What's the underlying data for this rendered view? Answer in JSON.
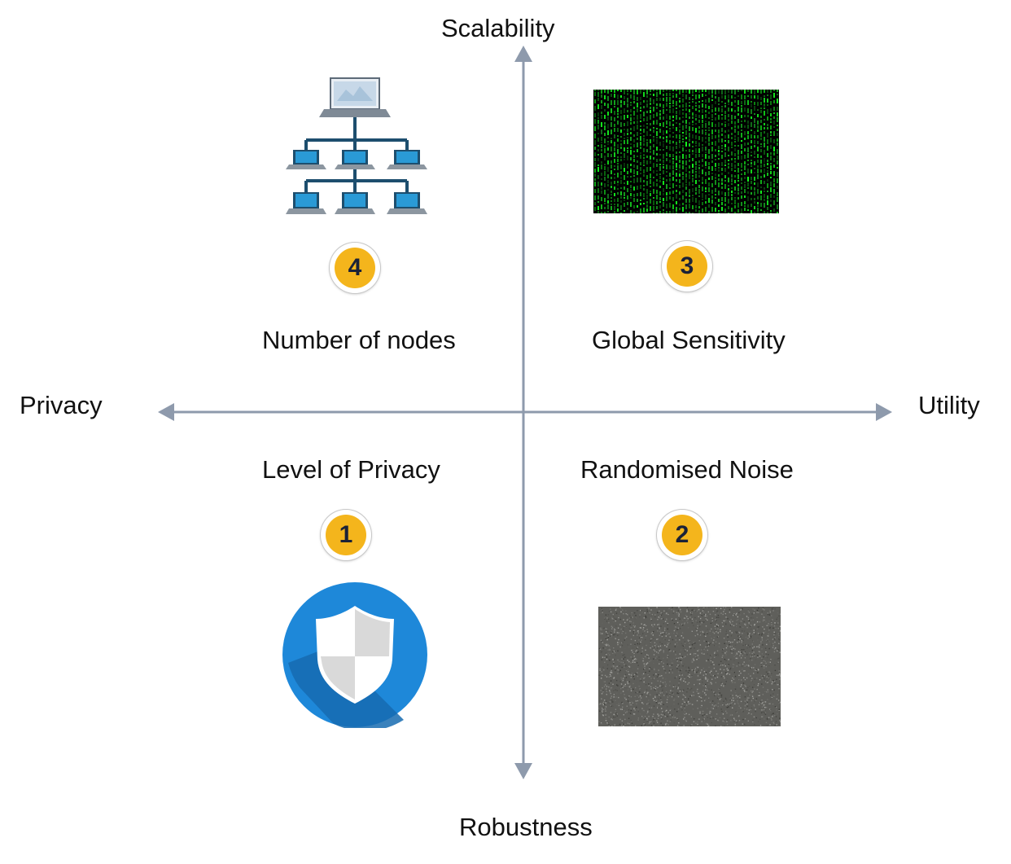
{
  "axes": {
    "top": "Scalability",
    "bottom": "Robustness",
    "left": "Privacy",
    "right": "Utility"
  },
  "quadrants": [
    {
      "number": "4",
      "label": "Number of nodes",
      "icon": "network-nodes-icon"
    },
    {
      "number": "3",
      "label": "Global Sensitivity",
      "icon": "matrix-code-image"
    },
    {
      "number": "1",
      "label": "Level of Privacy",
      "icon": "shield-icon"
    },
    {
      "number": "2",
      "label": "Randomised Noise",
      "icon": "noise-image"
    }
  ],
  "colors": {
    "axis": "#8e9aac",
    "badge": "#f4b51c",
    "badge_text": "#1b2238",
    "shield_circle": "#1e88d9",
    "network": "#1d4e6e",
    "matrix_green": "#2bd12b",
    "noise": "#5f5f5b"
  }
}
